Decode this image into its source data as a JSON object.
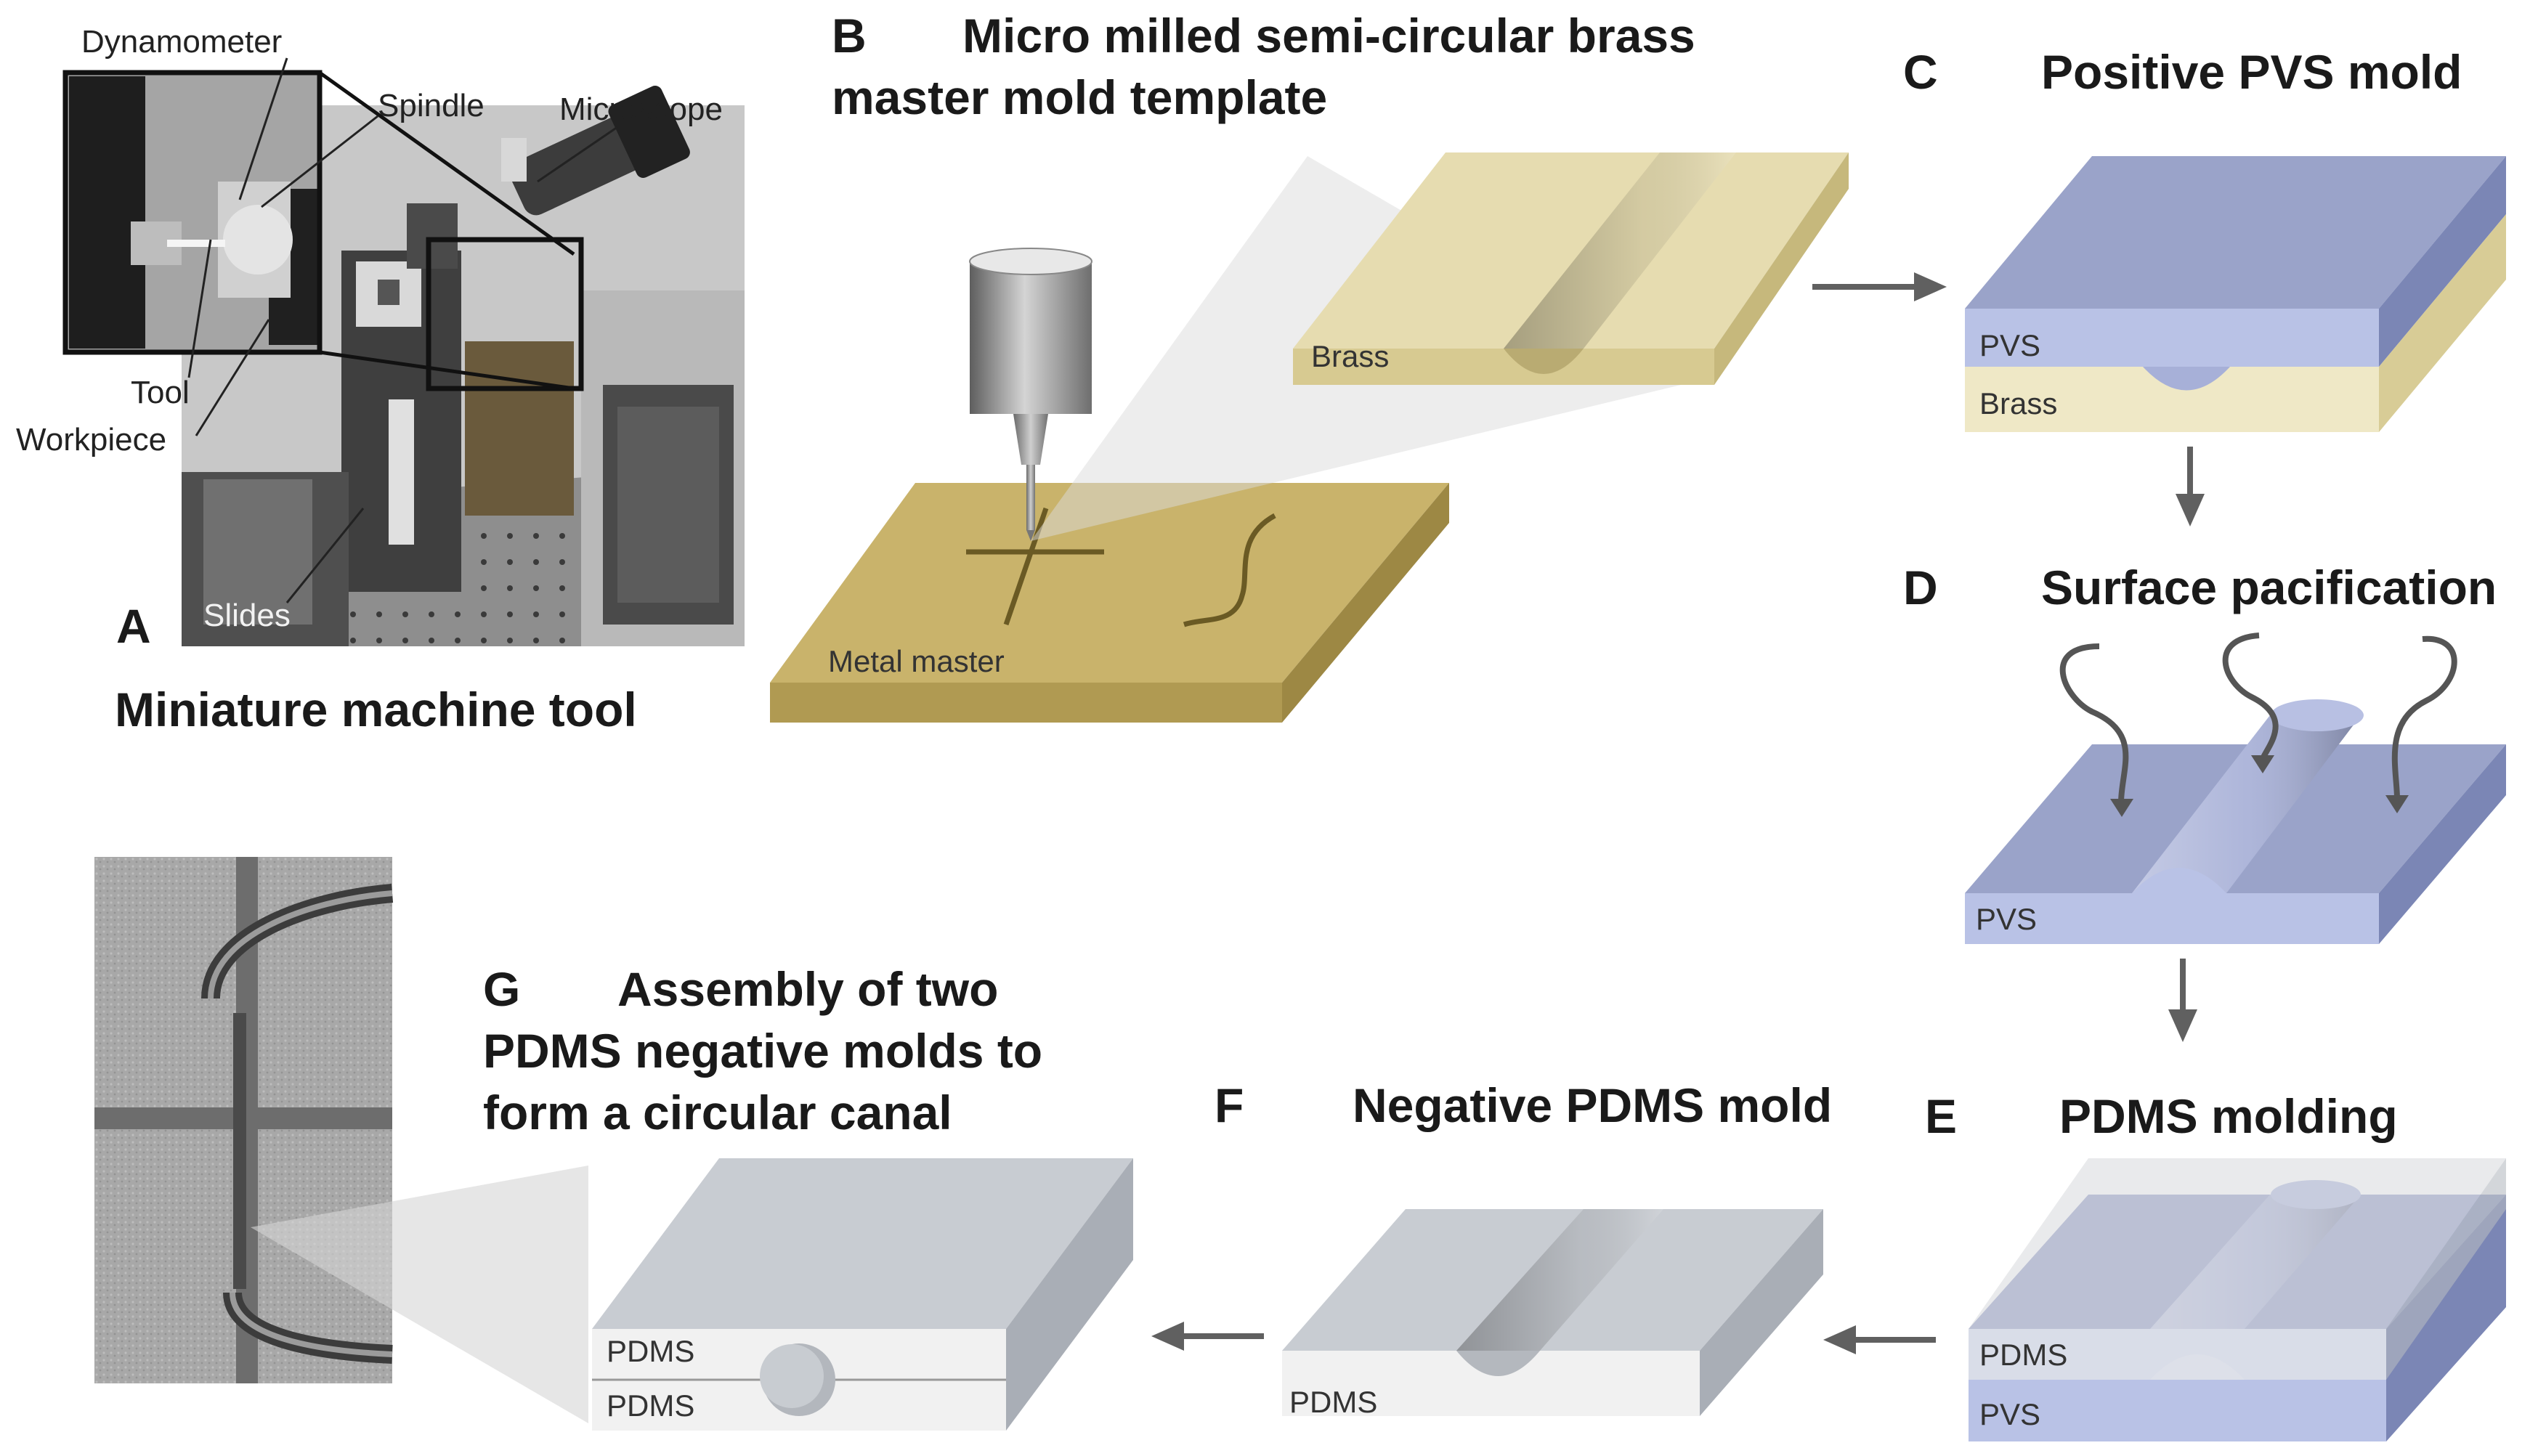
{
  "panels": {
    "a": {
      "letter": "A",
      "title": "Miniature machine tool",
      "callouts": [
        "Dynamometer",
        "Spindle",
        "Microscope",
        "Tool",
        "Workpiece",
        "Slides"
      ]
    },
    "b": {
      "letter": "B",
      "title_line1": "Micro milled semi-circular brass",
      "title_line2": "master mold template",
      "label_brass": "Brass",
      "label_metal_master": "Metal master"
    },
    "c": {
      "letter": "C",
      "title": "Positive PVS mold",
      "label_top": "PVS",
      "label_bottom": "Brass"
    },
    "d": {
      "letter": "D",
      "title": "Surface pacification",
      "label": "PVS"
    },
    "e": {
      "letter": "E",
      "title": "PDMS molding",
      "label_top": "PDMS",
      "label_bottom": "PVS"
    },
    "f": {
      "letter": "F",
      "title": "Negative PDMS mold",
      "label": "PDMS"
    },
    "g": {
      "letter": "G",
      "title_line1": "Assembly of two",
      "title_line2": "PDMS negative molds to",
      "title_line3": "form a circular canal",
      "label_top": "PDMS",
      "label_bottom": "PDMS"
    }
  },
  "colors": {
    "brass_top": "#e6dcb0",
    "brass_side": "#d7ca91",
    "metal_top": "#c9b36b",
    "metal_side": "#b09a52",
    "pvs_top": "#9aa3c9",
    "pvs_front": "#b9c2e6",
    "pvs_side": "#7b86b5",
    "pdms_top": "#c8ccd2",
    "pdms_front": "#f1f1f1",
    "pdms_side": "#a9aeb6",
    "arrow": "#606060"
  }
}
